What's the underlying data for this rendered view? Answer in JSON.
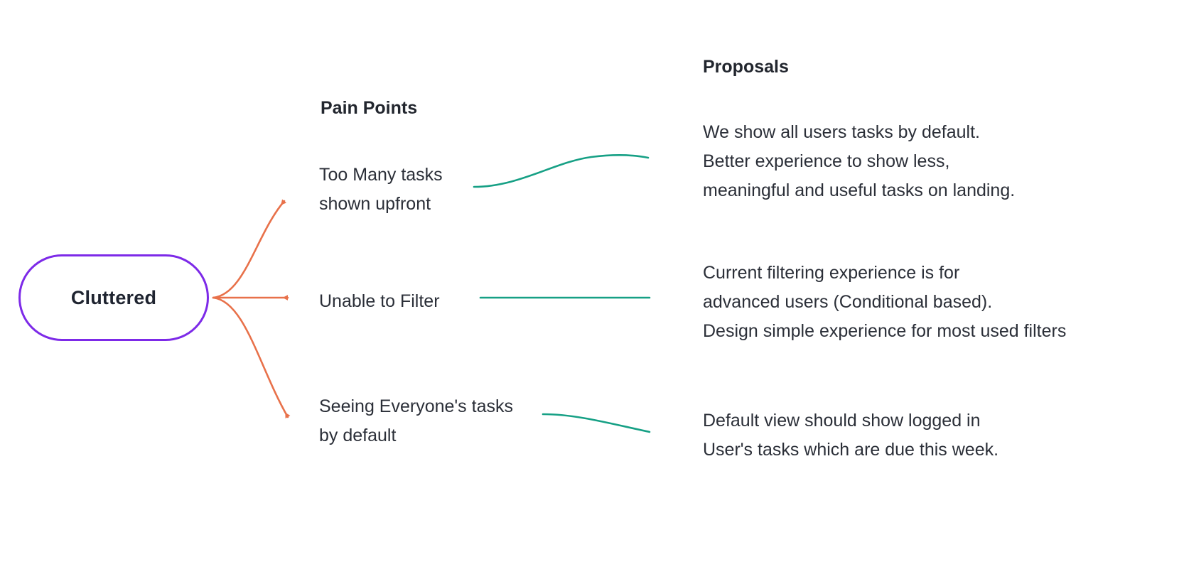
{
  "diagram": {
    "type": "mind-map",
    "background_color": "#ffffff",
    "root": {
      "label": "Cluttered",
      "shape": "rounded-rectangle",
      "border_color": "#7D2AE8",
      "text_color": "#1f2430"
    },
    "columns": [
      {
        "id": "pain-points",
        "heading": "Pain Points"
      },
      {
        "id": "proposals",
        "heading": "Proposals"
      }
    ],
    "edge_colors": {
      "root_to_pain": "#E8714A",
      "pain_to_proposal": "#16A085"
    },
    "branches": [
      {
        "pain_point": "Too Many tasks\nshown upfront",
        "proposal": "We show all users tasks by default.\nBetter experience to show less,\nmeaningful and useful tasks on landing."
      },
      {
        "pain_point": "Unable to Filter",
        "proposal": "Current filtering experience is for\nadvanced users (Conditional based).\nDesign simple experience for most used filters"
      },
      {
        "pain_point": "Seeing Everyone's tasks\nby default",
        "proposal": "Default view should show logged in\nUser's tasks which are due this week."
      }
    ]
  }
}
